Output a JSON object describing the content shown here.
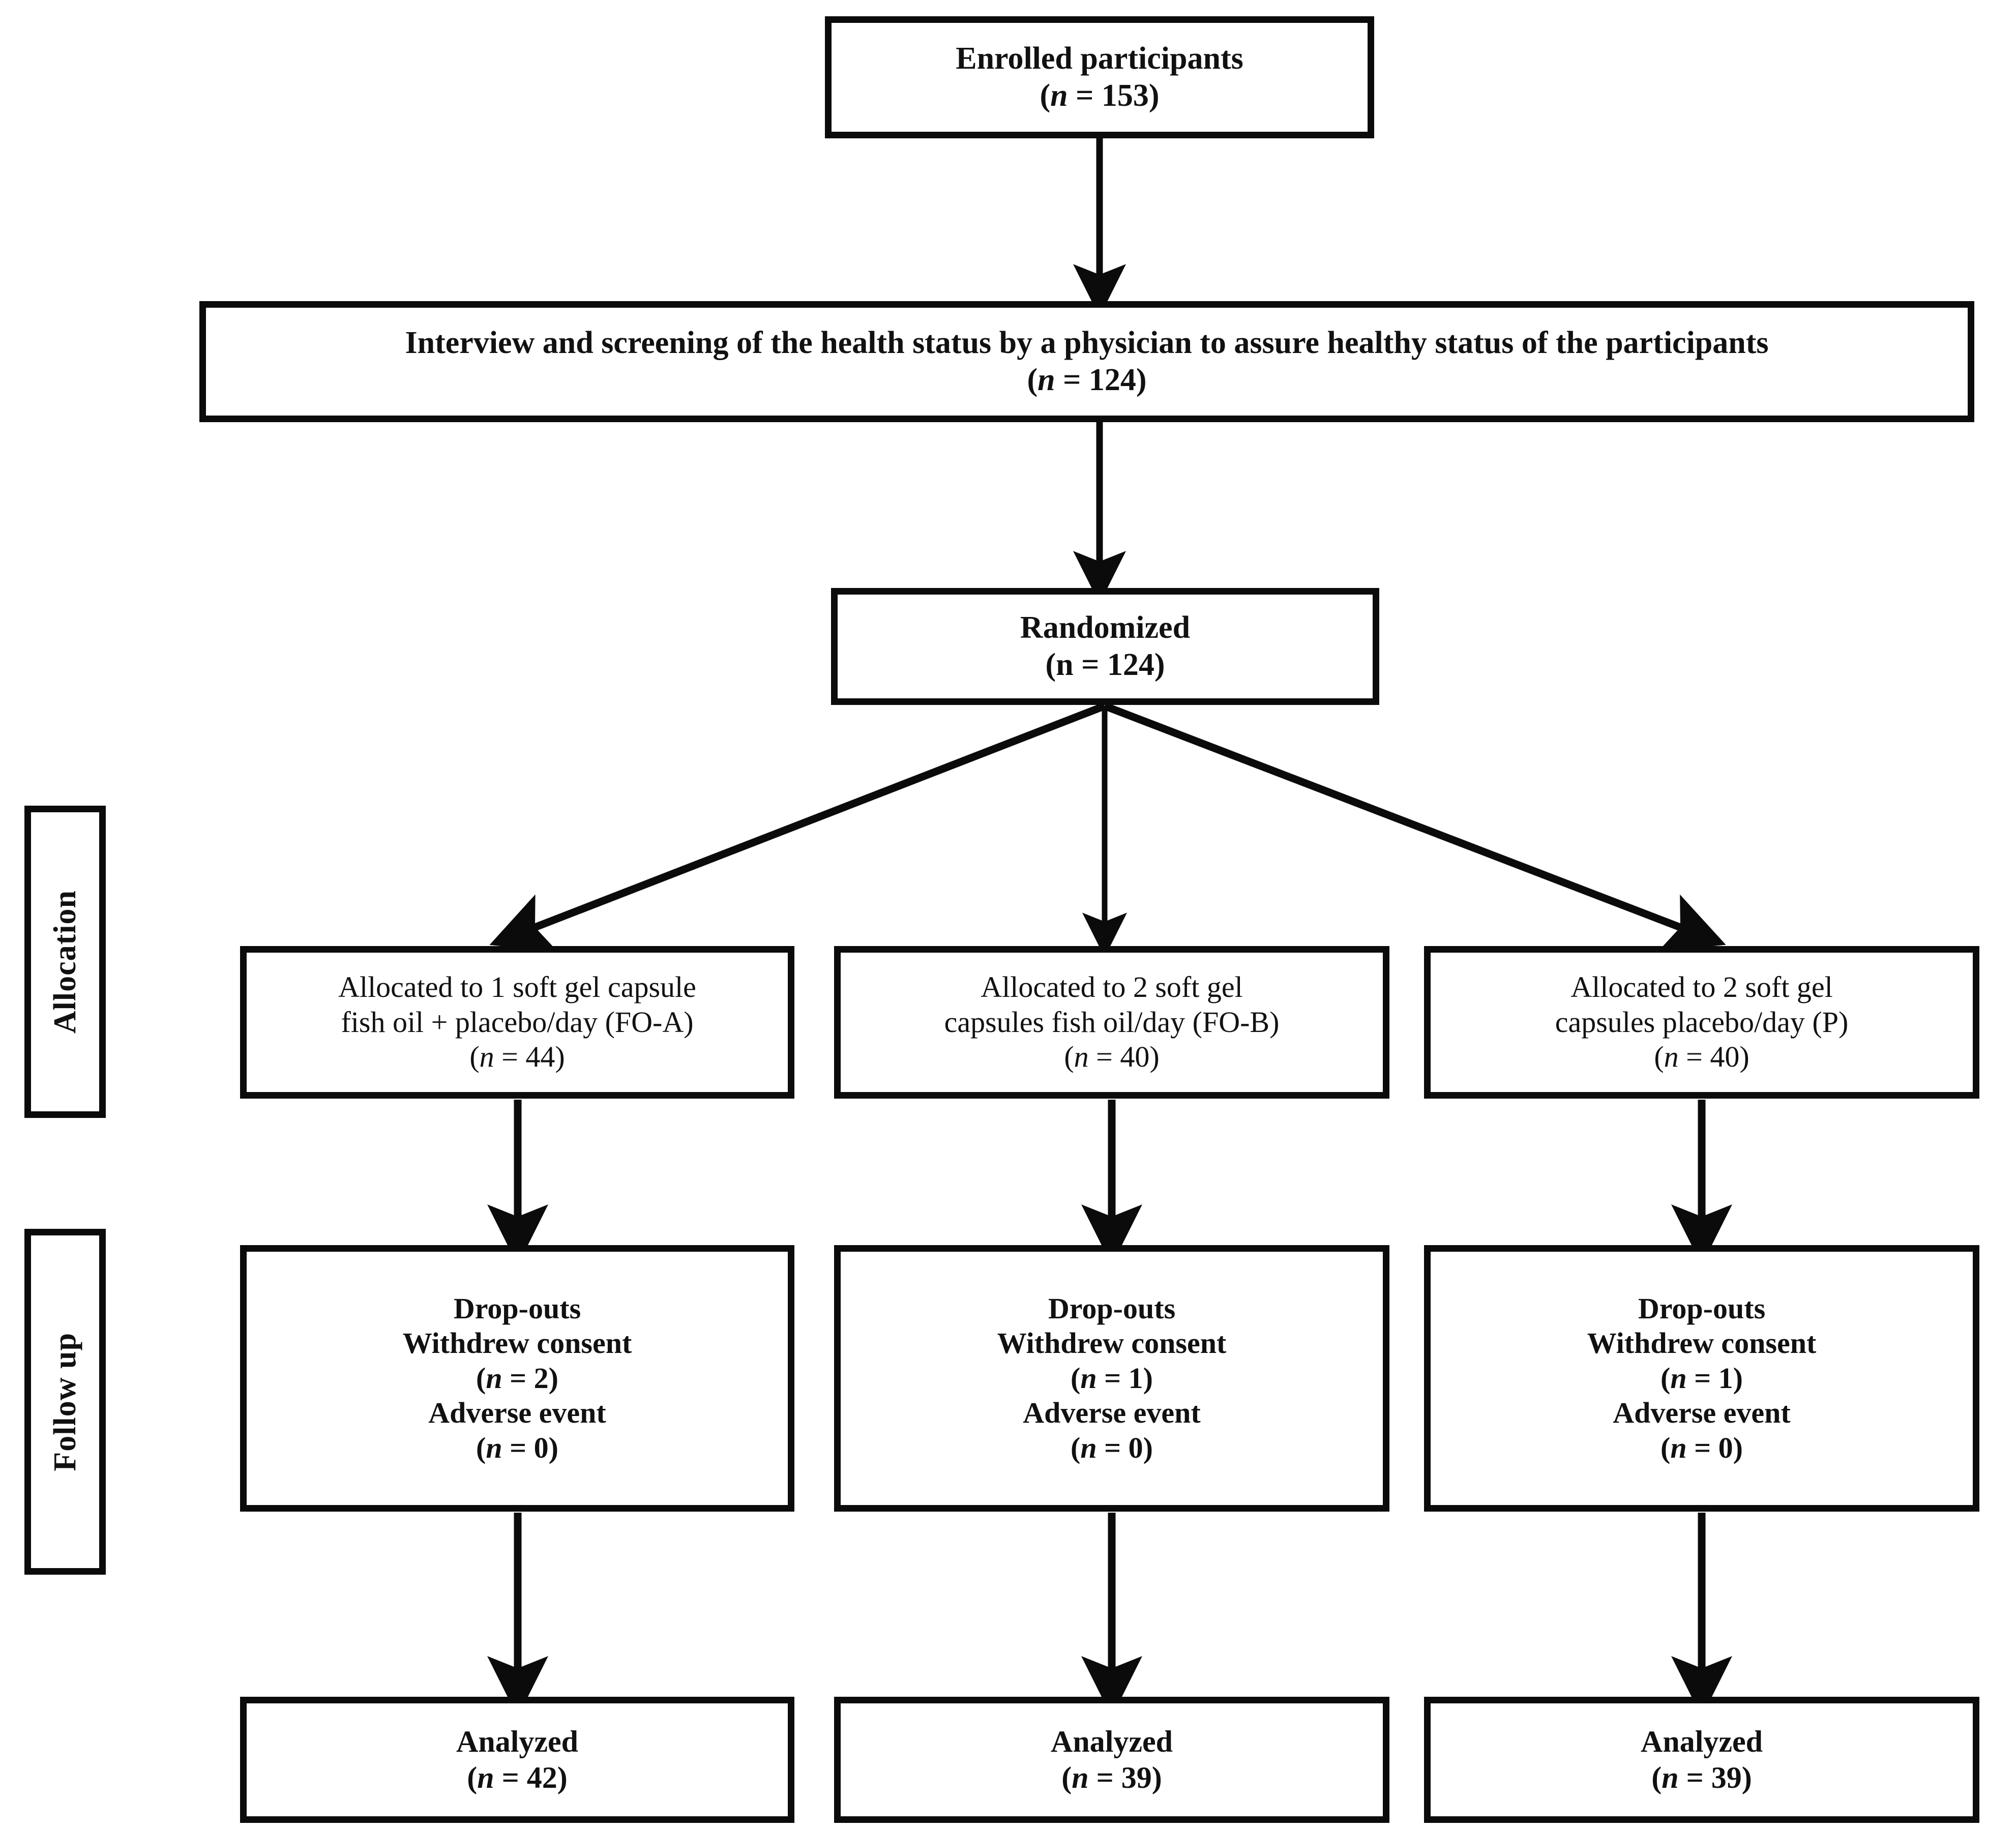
{
  "diagram": {
    "title": "CONSORT participant flow diagram",
    "stroke_color": "#0b0b0b",
    "background_color": "#ffffff"
  },
  "phase_labels": {
    "allocation": "Allocation",
    "follow_up": "Follow up"
  },
  "nodes": {
    "enrolled": {
      "line1": "Enrolled participants",
      "n_prefix": "(",
      "n_symbol": "n",
      "n_value": " = 153)"
    },
    "screening": {
      "line1": "Interview and screening of the health status by a physician to assure healthy status of the participants",
      "n_prefix": "(",
      "n_symbol": "n",
      "n_value": " = 124)"
    },
    "randomized": {
      "line1": "Randomized",
      "n_line": "(n = 124)"
    }
  },
  "arms": [
    {
      "id": "fo-a",
      "allocation": {
        "line1": "Allocated to 1 soft gel capsule",
        "line2": "fish oil + placebo/day (FO-A)",
        "n_prefix": "(",
        "n_symbol": "n",
        "n_value": " = 44)"
      },
      "followup": {
        "title": "Drop-outs",
        "reason1": "Withdrew consent",
        "reason1_prefix": "(",
        "reason1_symbol": "n",
        "reason1_value": " = 2)",
        "reason2": "Adverse event",
        "reason2_prefix": "(",
        "reason2_symbol": "n",
        "reason2_value": " = 0)"
      },
      "analyzed": {
        "line1": "Analyzed",
        "n_prefix": "(",
        "n_symbol": "n",
        "n_value": " = 42)"
      }
    },
    {
      "id": "fo-b",
      "allocation": {
        "line1": "Allocated to 2 soft gel",
        "line2": "capsules fish oil/day (FO-B)",
        "n_prefix": "(",
        "n_symbol": "n",
        "n_value": " = 40)"
      },
      "followup": {
        "title": "Drop-outs",
        "reason1": "Withdrew consent",
        "reason1_prefix": "(",
        "reason1_symbol": "n",
        "reason1_value": " = 1)",
        "reason2": "Adverse event",
        "reason2_prefix": "(",
        "reason2_symbol": "n",
        "reason2_value": " = 0)"
      },
      "analyzed": {
        "line1": "Analyzed",
        "n_prefix": "(",
        "n_symbol": "n",
        "n_value": " = 39)"
      }
    },
    {
      "id": "placebo",
      "allocation": {
        "line1": "Allocated to 2 soft gel",
        "line2": "capsules placebo/day (P)",
        "n_prefix": "(",
        "n_symbol": "n",
        "n_value": " = 40)"
      },
      "followup": {
        "title": "Drop-outs",
        "reason1": "Withdrew consent",
        "reason1_prefix": "(",
        "reason1_symbol": "n",
        "reason1_value": " = 1)",
        "reason2": "Adverse event",
        "reason2_prefix": "(",
        "reason2_symbol": "n",
        "reason2_value": " = 0)"
      },
      "analyzed": {
        "line1": "Analyzed",
        "n_prefix": "(",
        "n_symbol": "n",
        "n_value": " = 39)"
      }
    }
  ]
}
